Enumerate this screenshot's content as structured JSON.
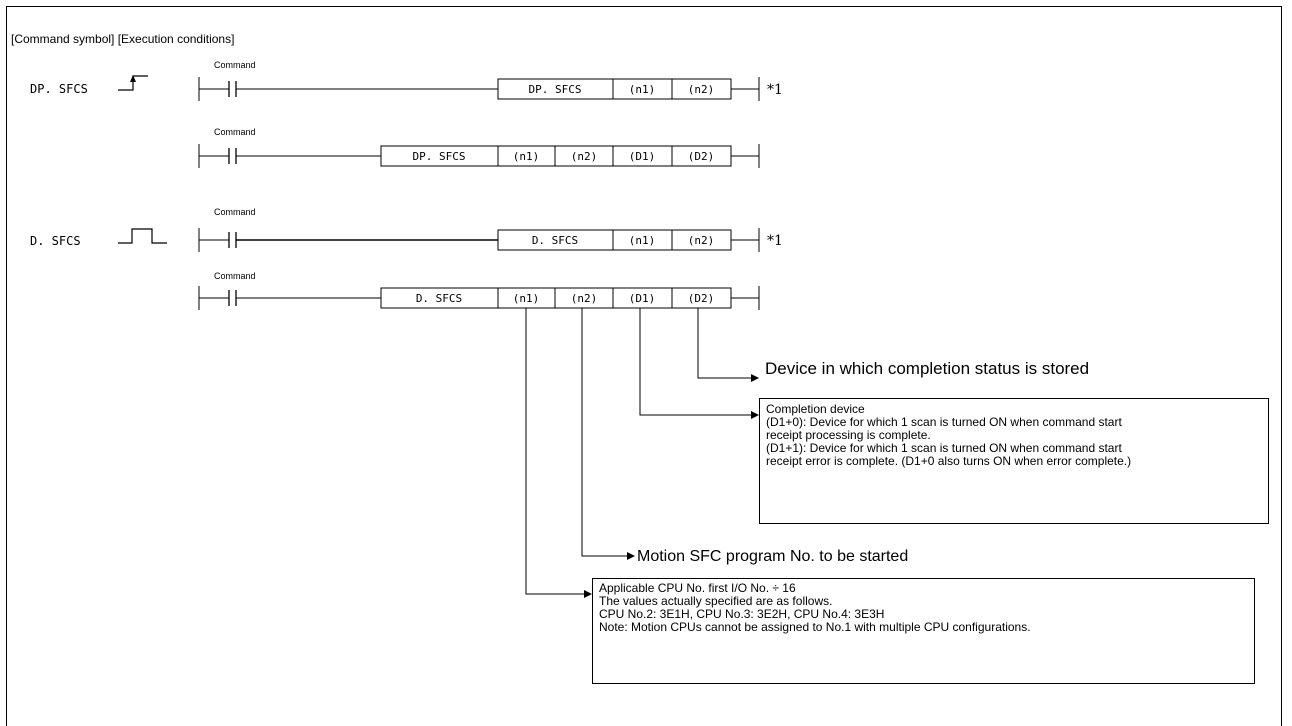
{
  "header": "[Command symbol] [Execution conditions]",
  "rows": [
    {
      "symbol": "DP. SFCS",
      "contact_label": "Command",
      "instr": "DP. SFCS",
      "operands": [
        "(n1)",
        "(n2)"
      ],
      "footnote": "*1"
    },
    {
      "contact_label": "Command",
      "instr": "DP. SFCS",
      "operands": [
        "(n1)",
        "(n2)",
        "(D1)",
        "(D2)"
      ]
    },
    {
      "symbol": "D. SFCS",
      "contact_label": "Command",
      "instr": "D. SFCS",
      "operands": [
        "(n1)",
        "(n2)"
      ],
      "footnote": "*1"
    },
    {
      "contact_label": "Command",
      "instr": "D. SFCS",
      "operands": [
        "(n1)",
        "(n2)",
        "(D1)",
        "(D2)"
      ]
    }
  ],
  "annotations": {
    "d2": "Device in which completion status is stored",
    "d1": [
      "Completion device",
      "(D1+0): Device for which 1 scan is turned ON when command start",
      "receipt processing is complete.",
      "(D1+1): Device for which 1 scan is turned ON when command start",
      "receipt error is complete. (D1+0 also turns ON when error complete.)"
    ],
    "n2": "Motion SFC program No. to be started",
    "n1": [
      "Applicable CPU No. first I/O No. ÷ 16",
      "The values actually specified are as follows.",
      "CPU No.2: 3E1H, CPU No.3: 3E2H, CPU No.4: 3E3H",
      "Note: Motion CPUs cannot be assigned to No.1 with multiple CPU configurations."
    ]
  }
}
